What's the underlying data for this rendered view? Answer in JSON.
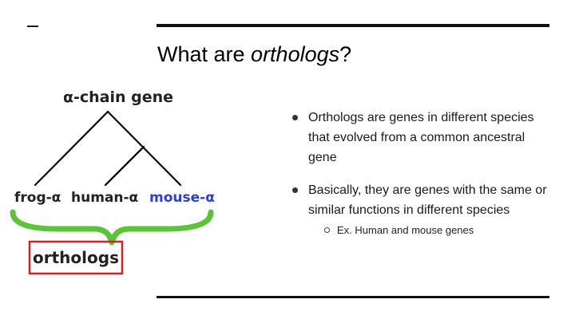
{
  "slide": {
    "title_prefix": "What are ",
    "title_emph": "orthologs",
    "title_suffix": "?"
  },
  "diagram": {
    "root_label": "α-chain gene",
    "leaves": [
      {
        "name": "frog-α",
        "color": "#222222"
      },
      {
        "name": "human-α",
        "color": "#222222"
      },
      {
        "name": "mouse-α",
        "color": "#2b3fd6"
      }
    ],
    "group_label": "orthologs",
    "colors": {
      "tree": "#111111",
      "brace": "#5cc43a",
      "box": "#d42020"
    }
  },
  "bullets": [
    {
      "text": "Orthologs are genes in different species that evolved from a common ancestral gene",
      "sub": []
    },
    {
      "text": "Basically, they are genes with the same or similar functions in different species",
      "sub": [
        {
          "text": "Ex. Human and mouse genes"
        }
      ]
    }
  ]
}
